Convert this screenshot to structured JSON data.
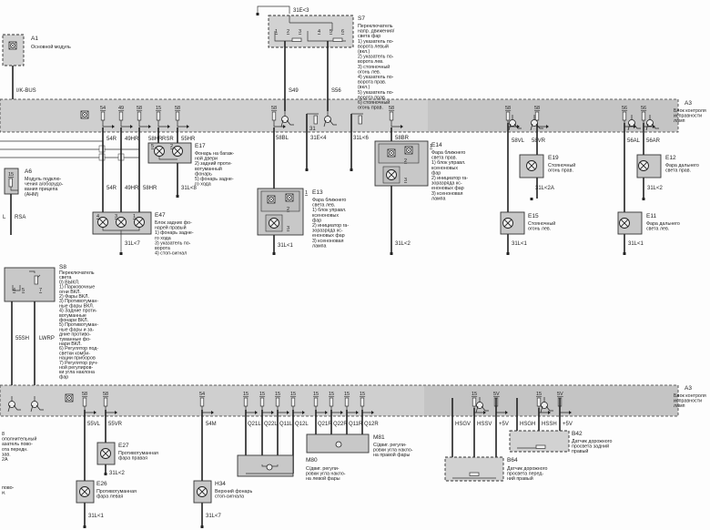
{
  "title": "Схема цепей освещения — блок контроля исправности ламп",
  "modules": {
    "A1": {
      "id": "A1",
      "desc": [
        "Основной модуль"
      ]
    },
    "A3_top": {
      "id": "A3",
      "desc": [
        "Блок контроля",
        "исправности",
        "ламп"
      ]
    },
    "A3_bottom": {
      "id": "A3",
      "desc": [
        "Блок контроля",
        "исправности",
        "ламп"
      ]
    },
    "A6": {
      "id": "A6",
      "desc": [
        "Модуль подклю-",
        "чения а/оборудо-",
        "вания прицепа",
        "(AHM)"
      ]
    },
    "E17": {
      "id": "E17",
      "desc": [
        "Фонарь на багаж-",
        "ной двери",
        "2) задний проти-",
        "вотуманный",
        "фонарь",
        "5) фонарь задне-",
        "го хода"
      ]
    },
    "E47": {
      "id": "E47",
      "desc": [
        "Блок задних фо-",
        "нарей правый",
        "1) фонарь задне-",
        "го хода",
        "3) указатель по-",
        "ворота",
        "4) стоп-сигнал"
      ]
    },
    "E13": {
      "id": "E13",
      "desc": [
        "Фара ближнего",
        "света лев.",
        "1) блок управл.",
        "ксеноновых",
        "фар",
        "2) инициатор га-",
        "зоразряда кс-",
        "еноновых фар",
        "3) ксеноновая",
        "лампа"
      ]
    },
    "S7": {
      "id": "S7",
      "desc": [
        "Переключатель",
        "напр. движения/",
        "света фар",
        "1) указатель по-",
        "ворота левый",
        "(вкл.)",
        "2) указатель по-",
        "ворота лев.",
        "3) стояночный",
        "огонь лев.",
        "4) указатель по-",
        "ворота прав.",
        "(вкл.)",
        "5) указатель по-",
        "ворота прав.",
        "6) стояночный",
        "огонь прав."
      ]
    },
    "E14": {
      "id": "E14",
      "desc": [
        "Фара ближнего",
        "света прав.",
        "1) блок управл.",
        "ксеноновых",
        "фар",
        "2) инициатор га-",
        "зоразряда кс-",
        "еноновых фар",
        "3) ксеноновая",
        "лампа"
      ]
    },
    "E19": {
      "id": "E19",
      "desc": [
        "Стояночный",
        "огонь прав."
      ]
    },
    "E15": {
      "id": "E15",
      "desc": [
        "Стояночный",
        "огонь лев."
      ]
    },
    "E12": {
      "id": "E12",
      "desc": [
        "Фара дальнего",
        "света прав."
      ]
    },
    "E11": {
      "id": "E11",
      "desc": [
        "Фара дальнего",
        "света лев."
      ]
    },
    "S8": {
      "id": "S8",
      "desc": [
        "Переключатель",
        "света",
        "0) ВЫКЛ.",
        "1) Парковочные",
        "огни ВКЛ.",
        "2) Фары ВКЛ.",
        "3) Противотуман-",
        "ные фары ВКЛ.",
        "4) Задние проти-",
        "вотуманные",
        "фонари ВКЛ.",
        "5) Противотуман-",
        "ные фары и за-",
        "дние противо-",
        "туманные фо-",
        "нари ВКЛ.",
        "6) Регулятор под-",
        "светки комби-",
        "нации приборов",
        "7) Регулятор руч-",
        "ной регулиров-",
        "ки угла наклона",
        "фар"
      ]
    },
    "E27": {
      "id": "E27",
      "desc": [
        "Противотуманная",
        "фара правая"
      ]
    },
    "E26": {
      "id": "E26",
      "desc": [
        "Противотуманная",
        "фара левая"
      ]
    },
    "H34": {
      "id": "H34",
      "desc": [
        "Верхний фонарь",
        "стоп-сигнала"
      ]
    },
    "M80": {
      "id": "M80",
      "desc": [
        "С/двиг. регули-",
        "ровки угла накло-",
        "на левой фары"
      ]
    },
    "M81": {
      "id": "M81",
      "desc": [
        "С/двиг. регули-",
        "ровки угла накло-",
        "на правой фары"
      ]
    },
    "B64": {
      "id": "B64",
      "desc": [
        "Датчик дорожного",
        "просвета перед-",
        "ний правый"
      ]
    },
    "B42": {
      "id": "B42",
      "desc": [
        "Датчик дорожного",
        "просвета задний",
        "правый"
      ]
    },
    "cut_left": {
      "desc": [
        "8",
        "ополнительный",
        "азатель пово-",
        "ота передн.",
        "зав.",
        "2A"
      ]
    },
    "cut_left2": {
      "desc": [
        "пово-",
        "и."
      ]
    }
  },
  "wires": {
    "kbus": "I/K-BUS",
    "w54R": "54R",
    "w49HR": "49HR",
    "w58HR": "58HR",
    "wRSR": "RSR",
    "w55HR": "55HR",
    "w54R_b": "54R",
    "w49HR_b": "49HR",
    "w58HR_b": "58HR",
    "g31L7_a": "31L<7",
    "g31L8": "31L<8",
    "wL": "L",
    "wRSA": "RSA",
    "g31E3": "31E<3",
    "wS49": "S49",
    "wS56": "S56",
    "w58BL": "58BL",
    "g31E4": "31E<4",
    "g31L6": "31L<6",
    "g31L1_a": "31L<1",
    "w58BR": "58BR",
    "g31L2_a": "31L<2",
    "w58VL": "58VL",
    "w58VR": "58VR",
    "g31L2A": "31L<2A",
    "g31L1_b": "31L<1",
    "w56AL": "56AL",
    "w56AR": "56AR",
    "g31L2_b": "31L<2",
    "g31L1_c": "31L<1",
    "w55SH": "55SH",
    "wLWRP": "LWRP",
    "w55VL": "55VL",
    "w55VR": "55VR",
    "g31L2_c": "31L<2",
    "g31L1_d": "31L<1",
    "w54M": "54M",
    "g31L7_b": "31L<7",
    "wQ21L": "Q21L",
    "wQ22L": "Q22L",
    "wQ11L": "Q11L",
    "wQ12L": "Q12L",
    "wQ21R": "Q21R",
    "wQ22R": "Q22R",
    "wQ11R": "Q11R",
    "wQ12R": "Q12R",
    "wHSGV": "HSGV",
    "wHSSV": "HSSV",
    "w5V_a": "+5V",
    "wHSGH": "HSGH",
    "wHSSH": "HSSH",
    "w5V_b": "+5V"
  },
  "pins": {
    "top": [
      "54",
      "49",
      "58",
      "15",
      "58",
      "58",
      "58",
      "58",
      "58",
      "56",
      "56"
    ],
    "bottom": [
      "58",
      "58",
      "54",
      "15",
      "15",
      "15",
      "15",
      "15",
      "15",
      "15",
      "15",
      "15",
      "5V",
      "15",
      "5V"
    ],
    "gnd31": "31",
    "s7": [
      "1",
      "2",
      "3",
      "4",
      "5",
      "6"
    ],
    "s8": [
      "4",
      "5",
      "7"
    ],
    "e47": [
      "4",
      "3",
      "1"
    ],
    "e17": [
      "5",
      "2"
    ],
    "xenon": [
      "1",
      "2",
      "3"
    ],
    "a6": "15"
  }
}
